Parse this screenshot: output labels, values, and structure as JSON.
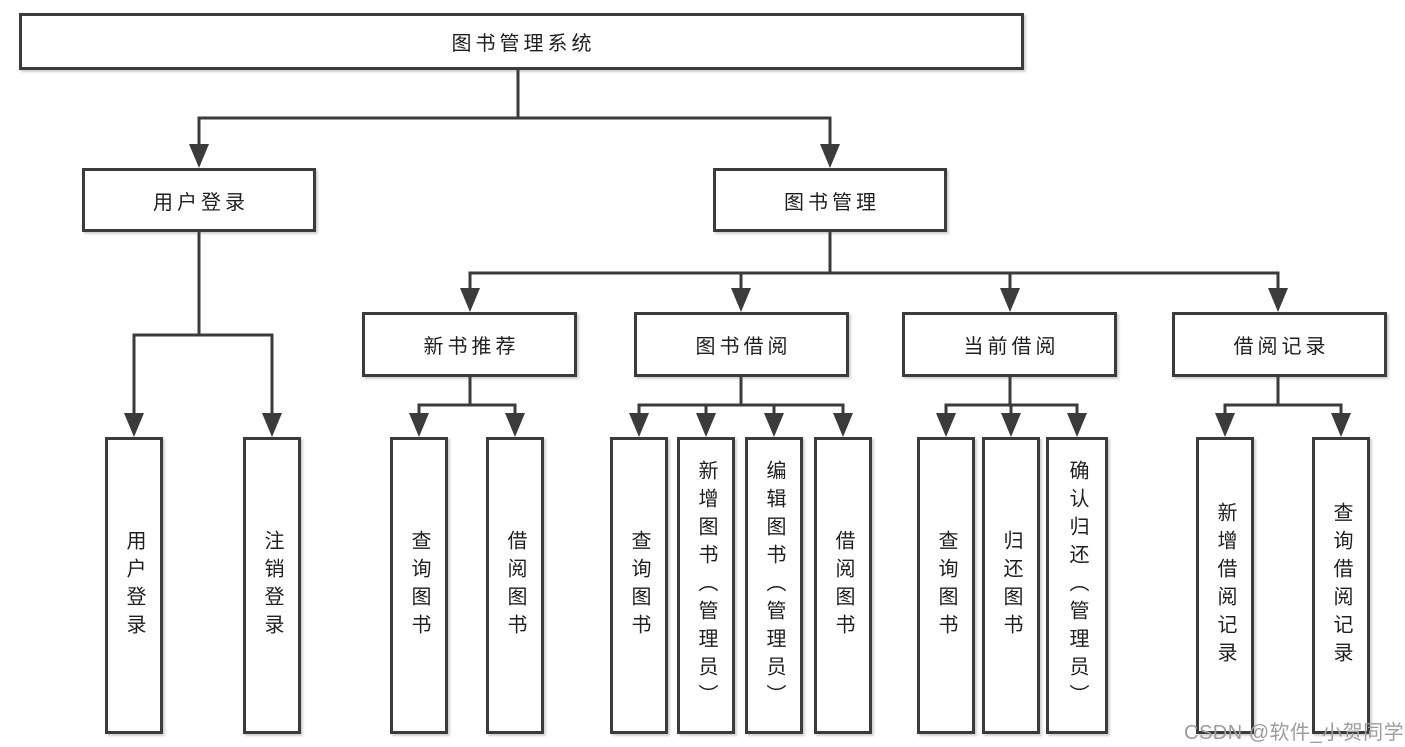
{
  "tree": {
    "root": {
      "label": "图书管理系统"
    },
    "user_login": {
      "label": "用户登录",
      "children": [
        {
          "label": "用户登录"
        },
        {
          "label": "注销登录"
        }
      ]
    },
    "book_mgmt": {
      "label": "图书管理",
      "sections": {
        "new_books": {
          "label": "新书推荐",
          "children": [
            {
              "label": "查询图书"
            },
            {
              "label": "借阅图书"
            }
          ]
        },
        "book_borrow": {
          "label": "图书借阅",
          "children": [
            {
              "label": "查询图书"
            },
            {
              "label": "新增图书（管理员）"
            },
            {
              "label": "编辑图书（管理员）"
            },
            {
              "label": "借阅图书"
            }
          ]
        },
        "current_borrow": {
          "label": "当前借阅",
          "children": [
            {
              "label": "查询图书"
            },
            {
              "label": "归还图书"
            },
            {
              "label": "确认归还（管理员）"
            }
          ]
        },
        "borrow_records": {
          "label": "借阅记录",
          "children": [
            {
              "label": "新增借阅记录"
            },
            {
              "label": "查询借阅记录"
            }
          ]
        }
      }
    }
  },
  "watermark": {
    "text": "CSDN @软件_小贺同学"
  },
  "colors": {
    "line": "#3b3b3b",
    "border": "#3b3b3b",
    "text": "#1f1f1f",
    "watermark": "#9d9d9d",
    "background": "#ffffff"
  }
}
